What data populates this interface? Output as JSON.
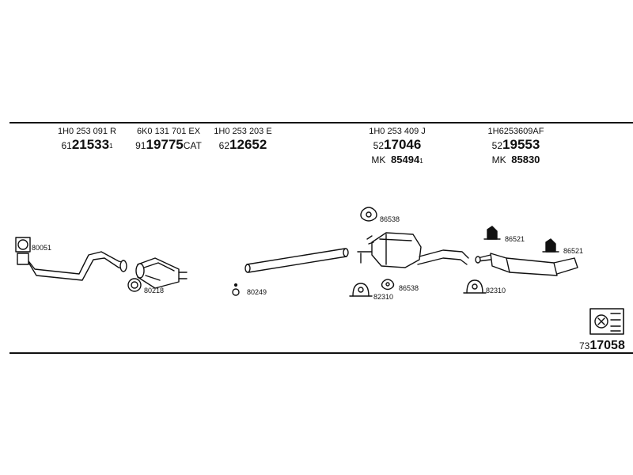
{
  "columns": [
    {
      "ref": "1H0 253 091 R",
      "prefix": "61",
      "number": "21533",
      "suffix": "",
      "sup": "1",
      "mk": "",
      "mk_number": "",
      "mk_sup": ""
    },
    {
      "ref": "6K0 131 701 EX",
      "prefix": "91",
      "number": "19775",
      "suffix": "CAT",
      "sup": "",
      "mk": "",
      "mk_number": "",
      "mk_sup": ""
    },
    {
      "ref": "1H0 253 203 E",
      "prefix": "62",
      "number": "12652",
      "suffix": "",
      "sup": "",
      "mk": "",
      "mk_number": "",
      "mk_sup": ""
    },
    {
      "ref": "1H0 253 409 J",
      "prefix": "52",
      "number": "17046",
      "suffix": "",
      "sup": "",
      "mk": "MK",
      "mk_number": "85494",
      "mk_sup": "1"
    },
    {
      "ref": "1H6253609AF",
      "prefix": "52",
      "number": "19553",
      "suffix": "",
      "sup": "",
      "mk": "MK",
      "mk_number": "85830",
      "mk_sup": ""
    }
  ],
  "part_labels": [
    "80051",
    "80218",
    "80249",
    "86538",
    "82310",
    "86538",
    "86521",
    "86521",
    "82310"
  ],
  "catalog": {
    "prefix": "73",
    "number": "17058"
  }
}
